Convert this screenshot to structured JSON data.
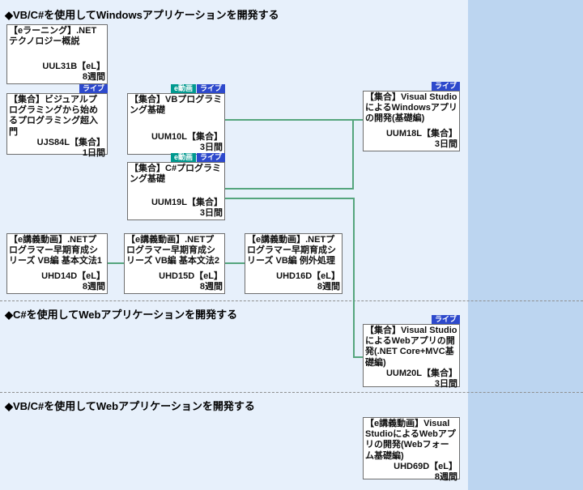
{
  "badge_labels": {
    "live": "ライブ",
    "e_video": "e動画"
  },
  "sections": [
    {
      "title": "◆VB/C#を使用してWindowsアプリケーションを開発する"
    },
    {
      "title": "◆C#を使用してWebアプリケーションを開発する"
    },
    {
      "title": "◆VB/C#を使用してWebアプリケーションを開発する"
    }
  ],
  "courses": [
    {
      "id": "UUL31B",
      "title": "【eラーニング】.NETテクノロジー概説",
      "code": "UUL31B【eL】",
      "duration": "8週間",
      "badges": []
    },
    {
      "id": "UJS84L",
      "title": "【集合】ビジュアルプログラミングから始めるプログラミング超入門",
      "code": "UJS84L【集合】",
      "duration": "1日間",
      "badges": [
        "ライブ"
      ]
    },
    {
      "id": "UUM10L",
      "title": "【集合】VBプログラミング基礎",
      "code": "UUM10L【集合】",
      "duration": "3日間",
      "badges": [
        "e動画",
        "ライブ"
      ]
    },
    {
      "id": "UUM19L",
      "title": "【集合】C#プログラミング基礎",
      "code": "UUM19L【集合】",
      "duration": "3日間",
      "badges": [
        "e動画",
        "ライブ"
      ]
    },
    {
      "id": "UUM18L",
      "title": "【集合】Visual StudioによるWindowsアプリの開発(基礎編)",
      "code": "UUM18L【集合】",
      "duration": "3日間",
      "badges": [
        "ライブ"
      ]
    },
    {
      "id": "UHD14D",
      "title": "【e講義動画】.NETプログラマー早期育成シリーズ VB編 基本文法1",
      "code": "UHD14D【eL】",
      "duration": "8週間",
      "badges": []
    },
    {
      "id": "UHD15D",
      "title": "【e講義動画】.NETプログラマー早期育成シリーズ VB編 基本文法2",
      "code": "UHD15D【eL】",
      "duration": "8週間",
      "badges": []
    },
    {
      "id": "UHD16D",
      "title": "【e講義動画】.NETプログラマー早期育成シリーズ VB編 例外処理",
      "code": "UHD16D【eL】",
      "duration": "8週間",
      "badges": []
    },
    {
      "id": "UUM20L",
      "title": "【集合】Visual StudioによるWebアプリの開発(.NET Core+MVC基礎編)",
      "code": "UUM20L【集合】",
      "duration": "3日間",
      "badges": [
        "ライブ"
      ]
    },
    {
      "id": "UHD69D",
      "title": "【e講義動画】Visual StudioによるWebアプリの開発(Webフォーム基礎編)",
      "code": "UHD69D【eL】",
      "duration": "8週間",
      "badges": []
    }
  ],
  "colors": {
    "badge_live": "#2d49cc",
    "badge_e_video": "#00998f",
    "connector_green": "#55a57d",
    "panel_right": "#bcd5f0",
    "background": "#e7f0fb"
  }
}
